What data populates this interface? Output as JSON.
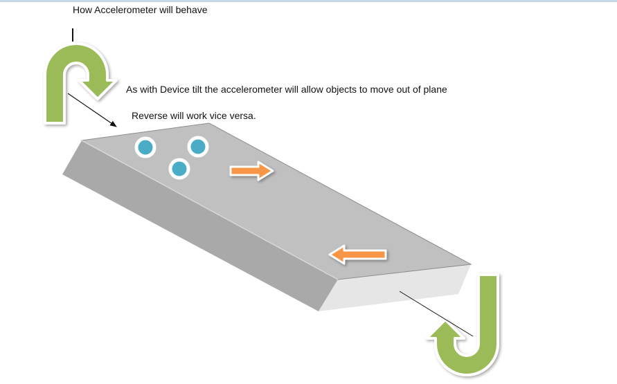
{
  "title": "How Accelerometer will behave",
  "captions": {
    "tilt": "As with Device tilt the accelerometer will allow objects to move out of plane",
    "reverse": "Reverse will work vice versa."
  },
  "colors": {
    "page_background": "#ffffff",
    "device_top": "#c0c0c0",
    "device_side": "#a9a9a9",
    "device_end": "#e6e6e6",
    "ball_fill": "#4bacc6",
    "ball_ring": "#ffffff",
    "arrow_orange": "#f79646",
    "u_arrow_green": "#9bbb59",
    "text": "#111111"
  },
  "icons": {
    "top_left_turn": "u-turn-arrow-down-icon",
    "bottom_right_turn": "u-turn-arrow-up-icon",
    "right_arrow": "arrow-right-icon",
    "left_arrow": "arrow-left-icon"
  }
}
